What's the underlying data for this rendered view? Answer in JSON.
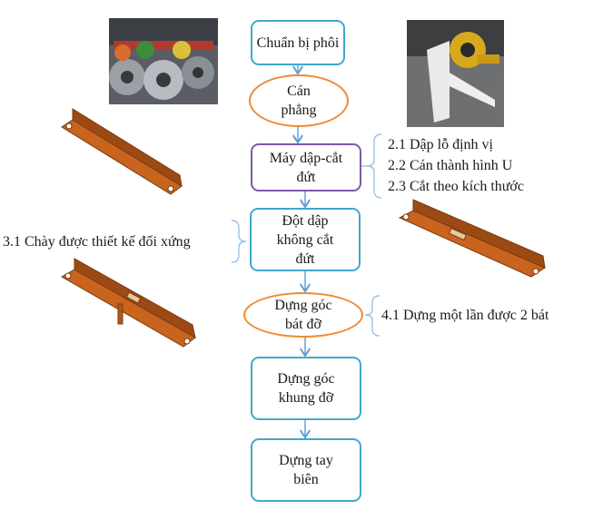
{
  "steps": [
    {
      "label": "Chuẩn bị phôi",
      "shape": "rect"
    },
    {
      "label": "Cán phẳng",
      "shape": "ellipse"
    },
    {
      "label": "Máy dập-cắt đứt",
      "shape": "rect"
    },
    {
      "label": "Đột dập không cắt đứt",
      "shape": "rect"
    },
    {
      "label": "Dựng góc bát đỡ",
      "shape": "ellipse"
    },
    {
      "label": "Dựng góc khung đỡ",
      "shape": "rect"
    },
    {
      "label": "Dựng tay biên",
      "shape": "rect"
    }
  ],
  "notes": {
    "step2": [
      "2.1 Dập lỗ định vị",
      "2.2 Cán thành hình U",
      "2.3 Cắt theo kích thước"
    ],
    "step3": "3.1 Chày được thiết kế đối xứng",
    "step4": "4.1 Dựng một lần được 2 bát"
  },
  "colors": {
    "rect": "#3fa9c9",
    "purple": "#7b59a8",
    "ellipse": "#ee8a36",
    "arrow": "#5b9bd5",
    "part": "#c8641e"
  }
}
